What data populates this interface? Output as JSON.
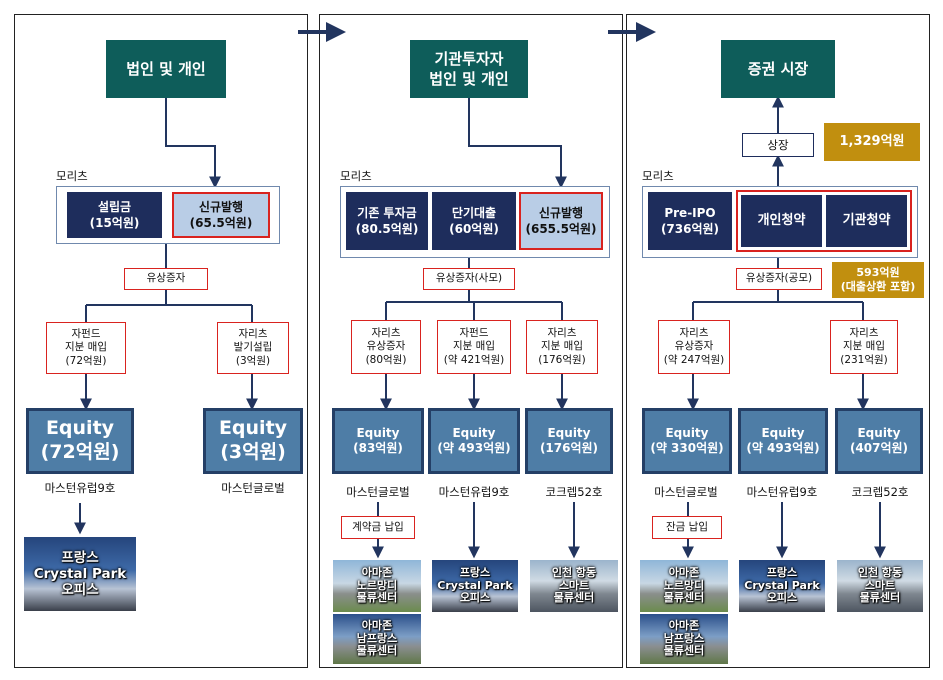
{
  "panel1": {
    "top_title": "법인 및 개인",
    "company_label": "모리츠",
    "box_capital": "설립금\n(15억원)",
    "box_new_issue": "신규발행\n(65.5억원)",
    "capital_increase": "유상증자",
    "branch_left": "자펀드\n지분 매입\n(72억원)",
    "branch_right": "자리츠\n발기설립\n(3억원)",
    "equity_left": "Equity\n(72억원)",
    "equity_right": "Equity\n(3억원)",
    "vehicle_left": "마스턴유럽9호",
    "vehicle_right": "마스턴글로벌",
    "asset": "프랑스\nCrystal Park\n오피스"
  },
  "panel2": {
    "top_title": "기관투자자\n법인 및 개인",
    "company_label": "모리츠",
    "box_existing": "기존 투자금\n(80.5억원)",
    "box_short_loan": "단기대출\n(60억원)",
    "box_new_issue": "신규발행\n(655.5억원)",
    "capital_increase": "유상증자(사모)",
    "branch1": "자리츠\n유상증자\n(80억원)",
    "branch2": "자펀드\n지분 매입\n(약 421억원)",
    "branch3": "자리츠\n지분 매입\n(176억원)",
    "equity1": "Equity\n(83억원)",
    "equity2": "Equity\n(약 493억원)",
    "equity3": "Equity\n(176억원)",
    "vehicle1": "마스턴글로벌",
    "vehicle2": "마스턴유럽9호",
    "vehicle3": "코크렙52호",
    "deposit": "계약금 납입",
    "asset1a": "아마존\n노르망디\n물류센터",
    "asset1b": "아마존\n남프랑스\n물류센터",
    "asset2": "프랑스\nCrystal Park\n오피스",
    "asset3": "인천 항동\n스마트\n물류센터"
  },
  "panel3": {
    "top_title": "증권 시장",
    "listing": "상장",
    "listing_amount": "1,329억원",
    "company_label": "모리츠",
    "box_preipo": "Pre-IPO\n(736억원)",
    "box_retail": "개인청약",
    "box_institution": "기관청약",
    "capital_increase": "유상증자(공모)",
    "public_amount": "593억원\n(대출상환 포함)",
    "branch1": "자리츠\n유상증자\n(약 247억원)",
    "branch2": "자리츠\n지분 매입\n(231억원)",
    "equity1": "Equity\n(약 330억원)",
    "equity2": "Equity\n(약 493억원)",
    "equity3": "Equity\n(407억원)",
    "vehicle1": "마스턴글로벌",
    "vehicle2": "마스턴유럽9호",
    "vehicle3": "코크렙52호",
    "balance": "잔금 납입",
    "asset1a": "아마존\n노르망디\n물류센터",
    "asset1b": "아마존\n남프랑스\n물류센터",
    "asset2": "프랑스\nCrystal Park\n오피스",
    "asset3": "인천 항동\n스마트\n물류센터"
  },
  "colors": {
    "teal": "#0e5d5a",
    "navy": "#1e2d5c",
    "light_blue": "#b9cde6",
    "highlight_red": "#d9231f",
    "equity_blue": "#4e7da6",
    "gold": "#c18f0f",
    "connector": "#22355f"
  }
}
